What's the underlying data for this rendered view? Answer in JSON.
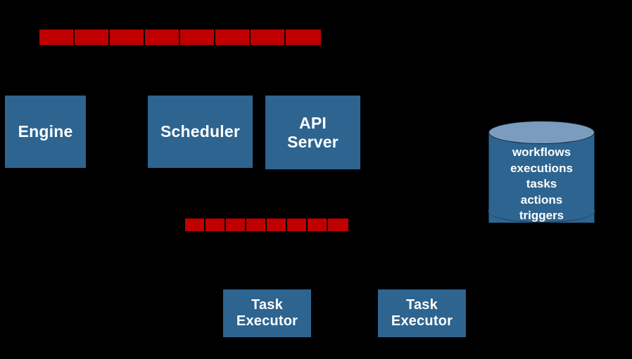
{
  "diagram": {
    "background_color": "#000000",
    "accent_blue": "#2d6490",
    "accent_red": "#c00000",
    "cylinder_top_color": "#7c9cbe",
    "text_color": "#ffffff"
  },
  "components": {
    "engine": {
      "label": "Engine"
    },
    "scheduler": {
      "label": "Scheduler"
    },
    "api_server": {
      "label": "API\nServer"
    },
    "task_executor_1": {
      "label": "Task\nExecutor"
    },
    "task_executor_2": {
      "label": "Task\nExecutor"
    }
  },
  "queues": {
    "top": {
      "segment_count": 8,
      "color": "#c00000"
    },
    "bottom": {
      "segment_count": 8,
      "color": "#c00000"
    }
  },
  "database": {
    "tables": [
      "workflows",
      "executions",
      "tasks",
      "actions",
      "triggers"
    ]
  }
}
